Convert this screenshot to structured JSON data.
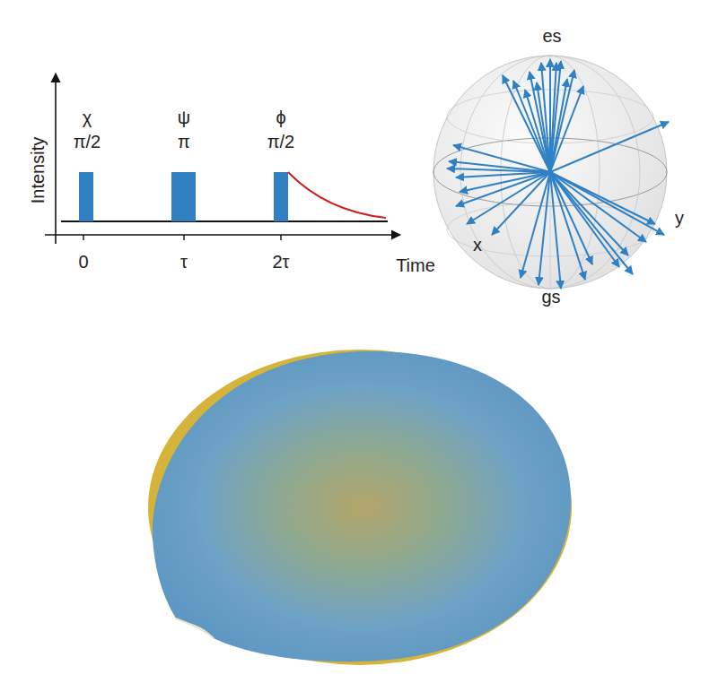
{
  "diagram": {
    "labels": [
      "χ",
      "π/2",
      "ψ",
      "π",
      "ϕ",
      "π/2",
      "Intensity",
      "0",
      "τ",
      "2τ",
      "Time",
      "es",
      "y",
      "x",
      "gs"
    ]
  }
}
